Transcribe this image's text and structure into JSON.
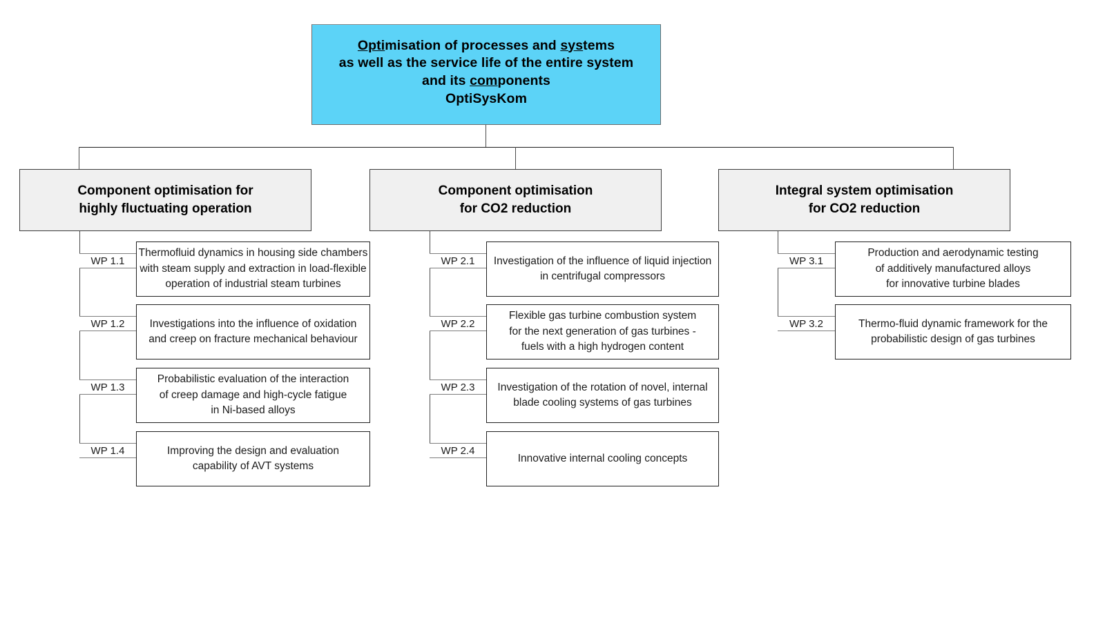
{
  "diagram": {
    "title": "Optimisation of processes and systems as well as the service life of the entire system and its components — OptiSysKom",
    "root": {
      "lines": [
        "Optimisation of processes and systems",
        "as well as the service life of the entire system",
        "and its components"
      ],
      "acronym": "OptiSysKom",
      "underlined_fragments": [
        "Opti",
        "sys",
        "com"
      ],
      "fill_color": "#5CD3F7",
      "border_color": "#6A6A6A"
    },
    "clusters": [
      {
        "id": "cluster-1",
        "title_lines": [
          "Component optimisation for",
          "highly fluctuating operation"
        ],
        "fill_color": "#F0F0F0",
        "work_packages": [
          {
            "code": "WP 1.1",
            "lines": [
              "Thermofluid dynamics in housing side chambers",
              "with steam supply and extraction in load-flexible",
              "operation of industrial steam turbines"
            ]
          },
          {
            "code": "WP 1.2",
            "lines": [
              "Investigations into the influence of oxidation",
              "and creep on fracture mechanical behaviour"
            ]
          },
          {
            "code": "WP 1.3",
            "lines": [
              "Probabilistic evaluation of the interaction",
              "of creep damage and high-cycle fatigue",
              "in Ni-based alloys"
            ]
          },
          {
            "code": "WP 1.4",
            "lines": [
              "Improving the design and evaluation",
              "capability of AVT systems"
            ]
          }
        ]
      },
      {
        "id": "cluster-2",
        "title_lines": [
          "Component optimisation",
          "for CO2 reduction"
        ],
        "fill_color": "#F0F0F0",
        "work_packages": [
          {
            "code": "WP 2.1",
            "lines": [
              "Investigation of the influence of liquid injection",
              "in centrifugal compressors"
            ]
          },
          {
            "code": "WP 2.2",
            "lines": [
              "Flexible gas turbine combustion system",
              "for the next generation of gas turbines -",
              "fuels with a high hydrogen content"
            ]
          },
          {
            "code": "WP 2.3",
            "lines": [
              "Investigation of the rotation of novel, internal",
              "blade cooling systems of gas turbines"
            ]
          },
          {
            "code": "WP 2.4",
            "lines": [
              "Innovative internal cooling concepts"
            ]
          }
        ]
      },
      {
        "id": "cluster-3",
        "title_lines": [
          "Integral system optimisation",
          "for CO2 reduction"
        ],
        "fill_color": "#F0F0F0",
        "work_packages": [
          {
            "code": "WP 3.1",
            "lines": [
              "Production and aerodynamic testing",
              "of additively manufactured alloys",
              "for innovative turbine blades"
            ]
          },
          {
            "code": "WP 3.2",
            "lines": [
              "Thermo-fluid dynamic framework for the",
              "probabilistic design of gas turbines"
            ]
          }
        ]
      }
    ]
  }
}
